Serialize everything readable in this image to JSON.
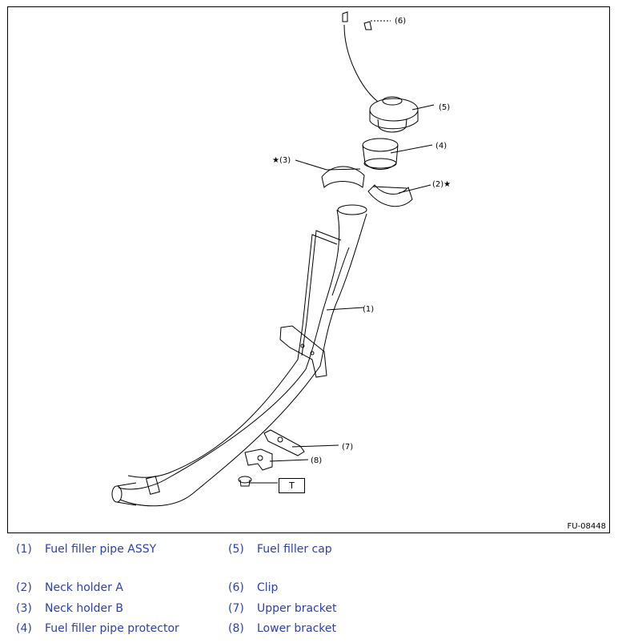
{
  "figure": {
    "id": "FU-08448",
    "torque_label": "T",
    "callouts": [
      {
        "key": "c1",
        "text": "(1)"
      },
      {
        "key": "c2",
        "text": "(2)★"
      },
      {
        "key": "c3",
        "text": "★(3)"
      },
      {
        "key": "c4",
        "text": "(4)"
      },
      {
        "key": "c5",
        "text": "(5)"
      },
      {
        "key": "c6",
        "text": "(6)"
      },
      {
        "key": "c7",
        "text": "(7)"
      },
      {
        "key": "c8",
        "text": "(8)"
      }
    ]
  },
  "legend": {
    "color": "#2b3fb5",
    "items": [
      {
        "num": "(1)",
        "text": "Fuel filler pipe ASSY"
      },
      {
        "num": "(2)",
        "text": "Neck holder A"
      },
      {
        "num": "(3)",
        "text": "Neck holder B"
      },
      {
        "num": "(4)",
        "text": "Fuel filler pipe protector"
      },
      {
        "num": "(5)",
        "text": "Fuel filler cap"
      },
      {
        "num": "(6)",
        "text": "Clip"
      },
      {
        "num": "(7)",
        "text": "Upper bracket"
      },
      {
        "num": "(8)",
        "text": "Lower bracket"
      }
    ]
  }
}
